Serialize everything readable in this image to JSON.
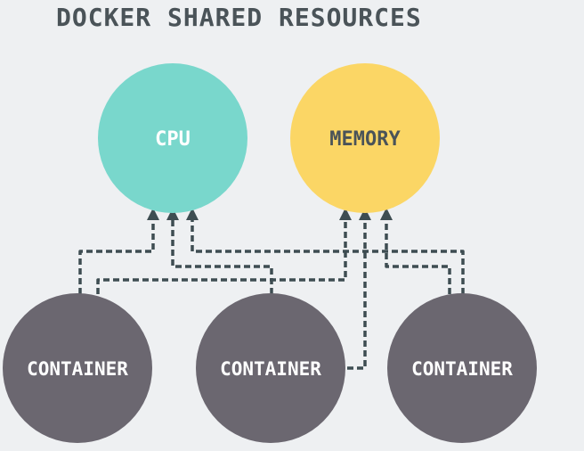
{
  "title": "DOCKER SHARED RESOURCES",
  "colors": {
    "cpu": "#79d7cc",
    "memory": "#fbd665",
    "container": "#6b6770",
    "link": "#3e4d52",
    "background": "#eef0f2",
    "resource_text": "#4a5358",
    "container_text": "#ffffff"
  },
  "resources": [
    {
      "id": "cpu",
      "label": "CPU"
    },
    {
      "id": "memory",
      "label": "MEMORY"
    }
  ],
  "containers": [
    {
      "id": "c1",
      "label": "CONTAINER"
    },
    {
      "id": "c2",
      "label": "CONTAINER"
    },
    {
      "id": "c3",
      "label": "CONTAINER"
    }
  ],
  "connections": [
    {
      "from": "c1",
      "to": "cpu"
    },
    {
      "from": "c1",
      "to": "memory"
    },
    {
      "from": "c2",
      "to": "cpu"
    },
    {
      "from": "c2",
      "to": "memory"
    },
    {
      "from": "c3",
      "to": "cpu"
    },
    {
      "from": "c3",
      "to": "memory"
    }
  ]
}
